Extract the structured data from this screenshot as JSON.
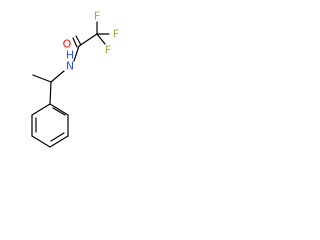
{
  "molecule": {
    "atoms": {
      "oxygen": "O",
      "nitrogen": "N",
      "hydrogen": "H",
      "fluorine_top": "F",
      "fluorine_right": "F",
      "fluorine_bottom": "F"
    }
  },
  "colors": {
    "bond": "#000000",
    "oxygen": "#ff0d0d",
    "nitrogen": "#3050f8",
    "fluorine": "#8fb33d"
  }
}
